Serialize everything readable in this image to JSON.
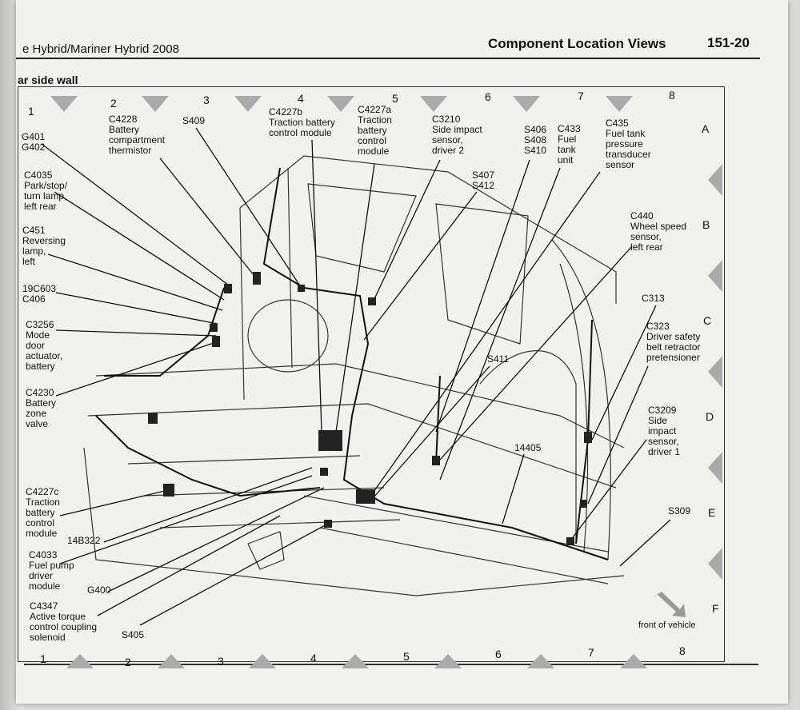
{
  "header": {
    "left": "e Hybrid/Mariner Hybrid 2008",
    "section": "Component Location Views",
    "page_number": "151-20"
  },
  "section_title": "ar side wall",
  "grid": {
    "cols_top": [
      "1",
      "2",
      "3",
      "4",
      "5",
      "6",
      "7",
      "8"
    ],
    "cols_bottom": [
      "1",
      "2",
      "3",
      "4",
      "5",
      "6",
      "7",
      "8"
    ],
    "rows": [
      "A",
      "B",
      "C",
      "D",
      "E",
      "F"
    ]
  },
  "labels": {
    "c4228": "C4228\nBattery\ncompartment\nthermistor",
    "s409": "S409",
    "c4227b": "C4227b\nTraction battery\ncontrol module",
    "c4227a": "C4227a\nTraction\nbattery\ncontrol\nmodule",
    "c3210": "C3210\nSide impact\nsensor,\ndriver 2",
    "s406": "S406\nS408\nS410",
    "c433": "C433\nFuel\ntank\nunit",
    "c435": "C435\nFuel tank\npressure\ntransducer\nsensor",
    "s407": "S407\nS412",
    "g401": "G401\nG402",
    "c4035": "C4035\nPark/stop/\nturn lamp,\nleft rear",
    "c451": "C451\nReversing\nlamp,\nleft",
    "c19c603": "19C603\nC406",
    "c3256": "C3256\nMode\ndoor\nactuator,\nbattery",
    "c4230": "C4230\nBattery\nzone\nvalve",
    "c440": "C440\nWheel speed\nsensor,\nleft rear",
    "c313": "C313",
    "c323": "C323\nDriver safety\nbelt retractor\npretensioner",
    "s411": "S411",
    "c3209": "C3209\nSide\nimpact\nsensor,\ndriver 1",
    "n14405": "14405",
    "s309": "S309",
    "c4227c": "C4227c\nTraction\nbattery\ncontrol\nmodule",
    "n14b322": "14B322",
    "c4033": "C4033\nFuel pump\ndriver\nmodule",
    "g400": "G400",
    "c4347": "C4347\nActive torque\ncontrol coupling\nsolenoid",
    "s405": "S405"
  },
  "front_of_vehicle": "front of vehicle"
}
